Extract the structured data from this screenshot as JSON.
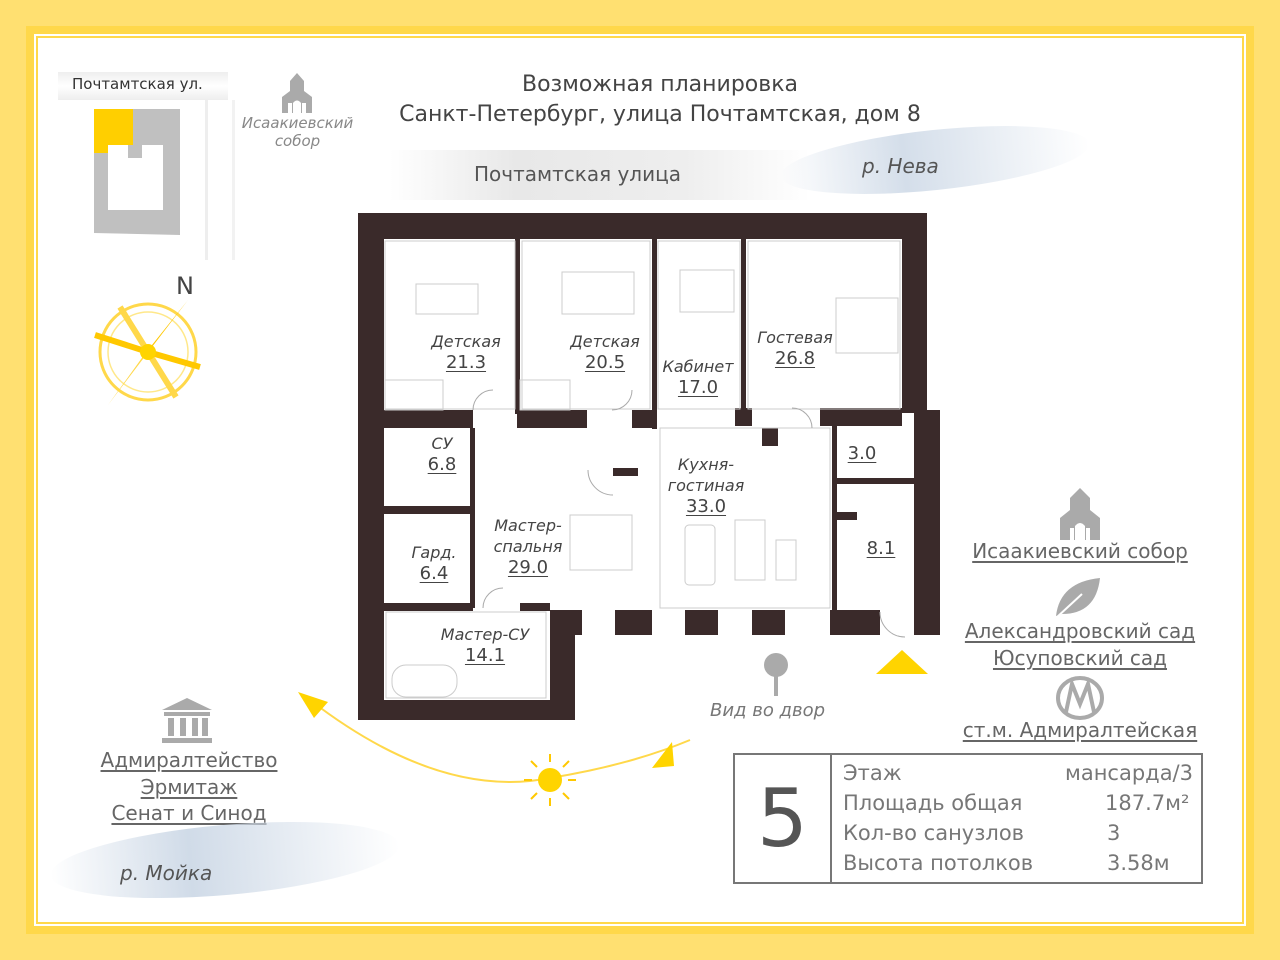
{
  "header": {
    "title_line1": "Возможная планировка",
    "title_line2": "Санкт-Петербург, улица Почтамтская, дом 8"
  },
  "streets": {
    "top_left": "Почтамтская ул.",
    "top": "Почтамтская улица",
    "river_top": "р. Нева",
    "river_bottom": "р. Мойка"
  },
  "compass": {
    "north_label": "N"
  },
  "landmark_top": {
    "name_line1": "Исаакиевский",
    "name_line2": "собор"
  },
  "rooms": [
    {
      "name": "Детская",
      "area": "21.3"
    },
    {
      "name": "Детская",
      "area": "20.5"
    },
    {
      "name": "Кабинет",
      "area": "17.0"
    },
    {
      "name": "Гостевая",
      "area": "26.8"
    },
    {
      "name": "СУ",
      "area": "6.8"
    },
    {
      "name": "",
      "area": "3.0"
    },
    {
      "name_line1": "Кухня-",
      "name_line2": "гостиная",
      "area": "33.0"
    },
    {
      "name_line1": "Мастер-",
      "name_line2": "спальня",
      "area": "29.0"
    },
    {
      "name": "Гард.",
      "area": "6.4"
    },
    {
      "name": "",
      "area": "8.1"
    },
    {
      "name": "Мастер-СУ",
      "area": "14.1"
    }
  ],
  "view_label": "Вид во двор",
  "landmarks_right": {
    "cathedral": "Исаакиевский собор",
    "gardens": [
      "Александровский сад",
      "Юсуповский сад"
    ],
    "metro": "ст.м. Адмиралтейская"
  },
  "landmarks_left": [
    "Адмиралтейство",
    "Эрмитаж",
    "Сенат и Синод"
  ],
  "info": {
    "floor_number": "5",
    "rows": [
      {
        "label": "Этаж",
        "value": "мансарда/3"
      },
      {
        "label": "Площадь общая",
        "value": "187.7м²"
      },
      {
        "label": "Кол-во санузлов",
        "value": "3"
      },
      {
        "label": "Высота потолков",
        "value": "3.58м"
      }
    ]
  },
  "colors": {
    "accent": "#ffd400",
    "wall": "#3a2a2a",
    "frame": "#ffd84a"
  }
}
